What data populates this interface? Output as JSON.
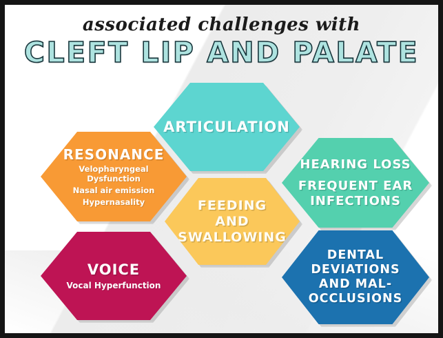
{
  "poster": {
    "kicker": "associated challenges with",
    "headline": "CLEFT LIP AND PALATE",
    "frame_color": "#151515",
    "background_color": "#ffffff",
    "headline_fill_color": "#aee3e0",
    "headline_outline_color": "#16343a"
  },
  "hexagons": [
    {
      "id": "articulation",
      "title": "ARTICULATION",
      "color": "#5dd5d0",
      "sublines": []
    },
    {
      "id": "resonance",
      "title": "RESONANCE",
      "color": "#f89a35",
      "sublines": [
        "Velopharyngeal",
        "Dysfunction",
        "Nasal air emission",
        "Hypernasality"
      ]
    },
    {
      "id": "hearing",
      "title_lines": [
        "HEARING LOSS",
        "FREQUENT EAR",
        "INFECTIONS"
      ],
      "color": "#54d0ae",
      "sublines": []
    },
    {
      "id": "feeding",
      "title_lines": [
        "FEEDING",
        "AND",
        "SWALLOWING"
      ],
      "color": "#fbc85a",
      "sublines": []
    },
    {
      "id": "voice",
      "title": "VOICE",
      "color": "#be1454",
      "sublines": [
        "Vocal Hyperfunction"
      ]
    },
    {
      "id": "dental",
      "title_lines": [
        "DENTAL",
        "DEVIATIONS",
        "AND MAL-",
        "OCCLUSIONS"
      ],
      "color": "#1c72af",
      "sublines": []
    }
  ]
}
